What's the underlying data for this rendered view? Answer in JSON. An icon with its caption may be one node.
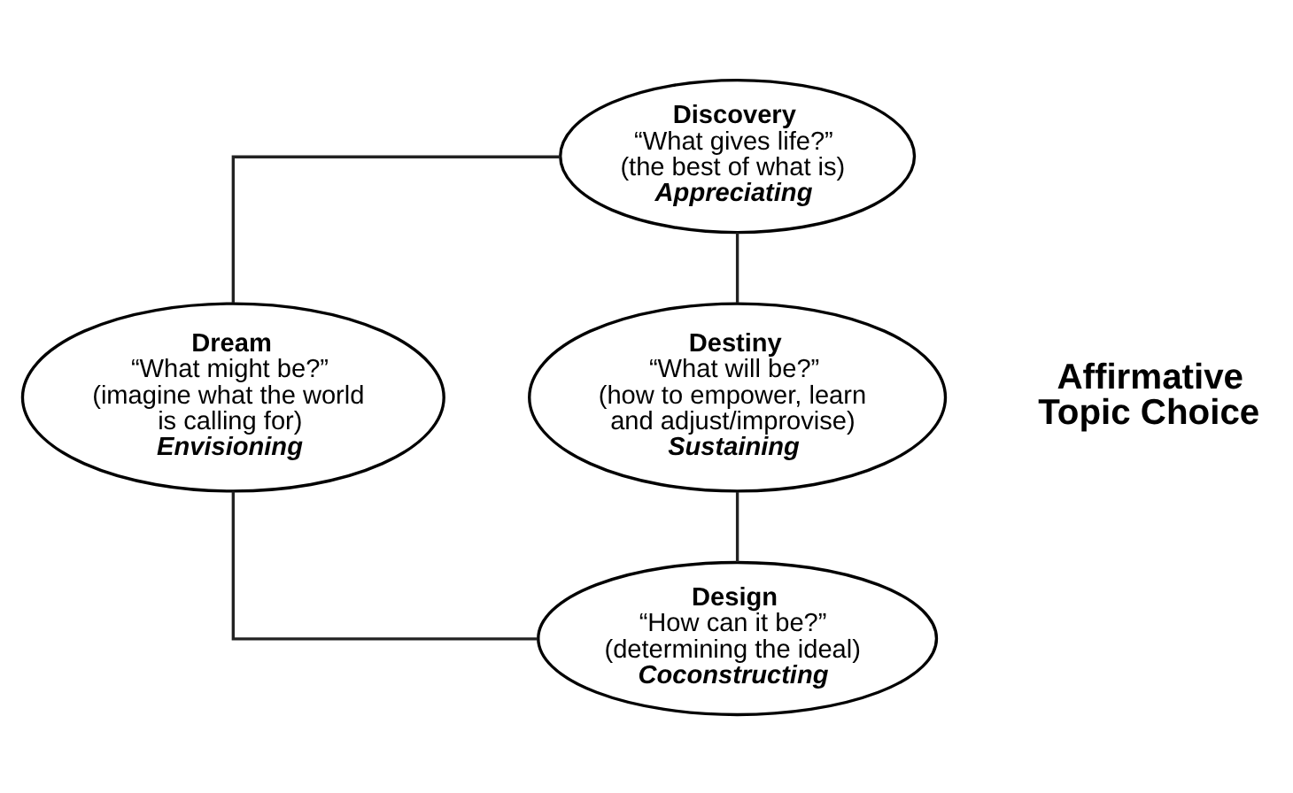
{
  "diagram": {
    "nodes": [
      {
        "text": [
          "Discovery",
          "“What gives life?” (the best of what is)",
          "Appreciating"
        ]
      },
      {
        "text": [
          "Dream",
          "“What might be?” (imagine what the world is calling for)",
          "Envisioning"
        ]
      },
      {
        "text": [
          "Design",
          "“How can it be?” (determining the ideal)",
          "Coconstructing"
        ]
      },
      {
        "text": [
          "Destiny",
          "“What will be?” (how to empower, learn and adjust/improvise)",
          "Sustaining"
        ]
      }
    ],
    "edges": [
      {
        "from": 0,
        "to": 1,
        "arrow": "none"
      },
      {
        "from": 1,
        "to": 2,
        "arrow": "none"
      },
      {
        "from": 2,
        "to": 3,
        "arrow": "none"
      },
      {
        "from": 3,
        "to": 0,
        "arrow": "none"
      }
    ],
    "labels": [
      "Affirmative Topic Choice"
    ]
  }
}
